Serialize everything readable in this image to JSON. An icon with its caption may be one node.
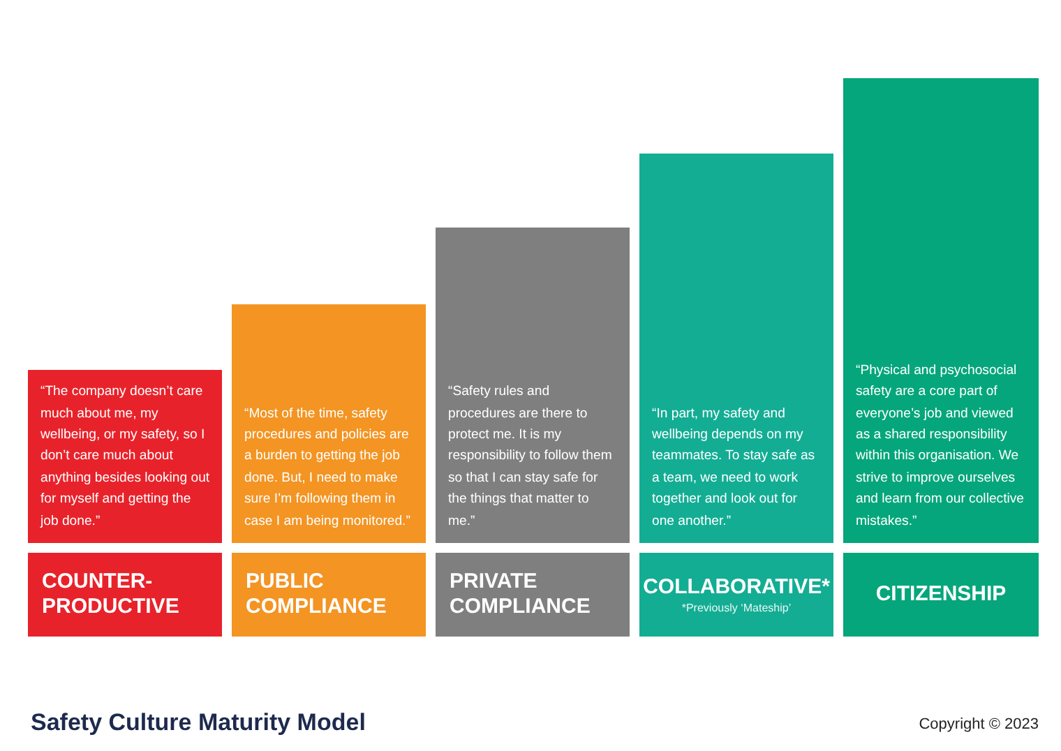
{
  "diagram": {
    "title": "Safety Culture Maturity Model",
    "nodes": [
      {
        "text": [
          "“The company doesn’t care much about me, my wellbeing, or my safety, so I don’t care much about anything besides looking out for myself and getting the job done.”"
        ]
      },
      {
        "text": [
          "COUNTER-PRODUCTIVE"
        ]
      },
      {
        "text": [
          "“Most of the time, safety procedures and policies are a burden to getting the job done. But, I need to make sure I’m following them in case I am being monitored.”"
        ]
      },
      {
        "text": [
          "PUBLIC COMPLIANCE"
        ]
      },
      {
        "text": [
          "“Safety rules and procedures are there to protect me. It is my responsibility to follow them so that I can stay safe for the things that matter to me.”"
        ]
      },
      {
        "text": [
          "PRIVATE COMPLIANCE"
        ]
      },
      {
        "text": [
          "“In part, my safety and wellbeing depends on my teammates. To stay safe as a team, we need to work together and look out for one another.”"
        ]
      },
      {
        "text": [
          "COLLABORATIVE*",
          "*Previously ‘Mateship’"
        ]
      },
      {
        "text": [
          "“Physical and psychosocial safety are a core part of everyone’s job and viewed as a shared responsibility within this organisation. We strive to improve ourselves and learn from our collective mistakes.”"
        ]
      },
      {
        "text": [
          "CITIZENSHIP"
        ]
      }
    ],
    "labels": [
      "Copyright © 2023"
    ]
  }
}
